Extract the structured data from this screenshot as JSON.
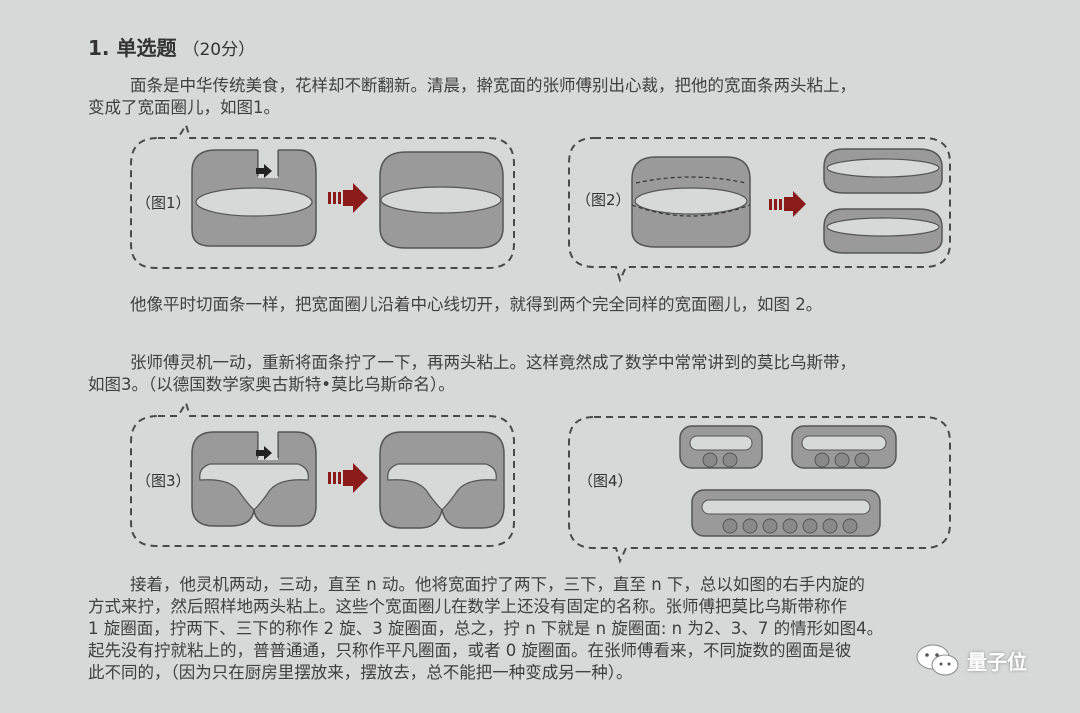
{
  "question": {
    "number_title": "1. 单选题",
    "score": "（20分）"
  },
  "paragraphs": {
    "p1": [
      "面条是中华传统美食，花样却不断翻新。清晨，擀宽面的张师傅别出心裁，把他的宽面条两头粘上，",
      "变成了宽面圈儿，如图1。"
    ],
    "p2": [
      "他像平时切面条一样，把宽面圈儿沿着中心线切开，就得到两个完全同样的宽面圈儿，如图 2。"
    ],
    "p3": [
      "张师傅灵机一动，重新将面条拧了一下，再两头粘上。这样竟然成了数学中常常讲到的莫比乌斯带，",
      "如图3。（以德国数学家奥古斯特•莫比乌斯命名）。"
    ],
    "p4": [
      "接着，他灵机两动，三动，直至 n 动。他将宽面拧了两下，三下，直至 n 下，总以如图的右手内旋的",
      "方式来拧，然后照样地两头粘上。这些个宽面圈儿在数学上还没有固定的名称。张师傅把莫比乌斯带称作",
      "1 旋圈面，拧两下、三下的称作 2 旋、3 旋圈面，总之，拧 n 下就是 n 旋圈面: n 为2、3、7 的情形如图4。",
      "起先没有拧就粘上的，普普通通，只称作平凡圈面，或者 0 旋圈面。在张师傅看来，不同旋数的圈面是彼",
      "此不同的，（因为只在厨房里摆放来，摆放去，总不能把一种变成另一种）。"
    ]
  },
  "figures": {
    "fig1": "（图1）",
    "fig2": "（图2）",
    "fig3": "（图3）",
    "fig4": "（图4）"
  },
  "watermark": "量子位",
  "colors": {
    "background": "#d7d8d8",
    "band_fill": "#9a9a9a",
    "band_stroke": "#555555",
    "arrow_red": "#8b1a1a"
  }
}
